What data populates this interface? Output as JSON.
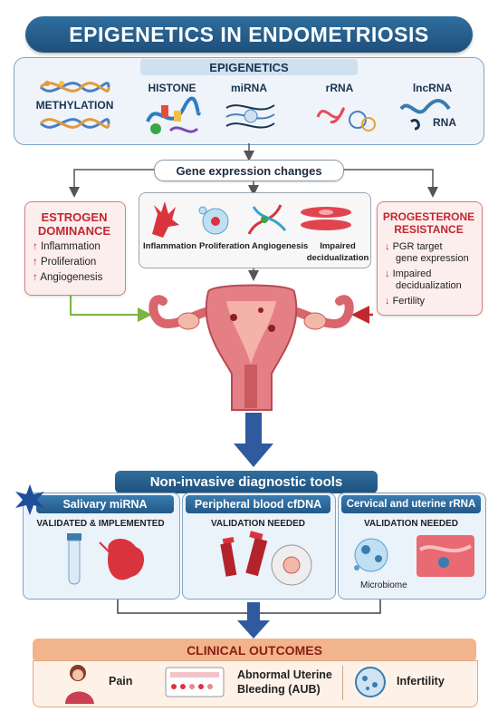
{
  "title": "EPIGENETICS IN ENDOMETRIOSIS",
  "epigenetics": {
    "header": "EPIGENETICS",
    "items": [
      "METHYLATION",
      "HISTONE",
      "miRNA",
      "rRNA",
      "lncRNA"
    ],
    "rna_tag": "RNA"
  },
  "gene_expression": "Gene expression changes",
  "estrogen": {
    "title_line1": "ESTROGEN",
    "title_line2": "DOMINANCE",
    "items": [
      "Inflammation",
      "Proliferation",
      "Angiogenesis"
    ]
  },
  "progesterone": {
    "title_line1": "PROGESTERONE",
    "title_line2": "RESISTANCE",
    "items": [
      {
        "line1": "PGR target",
        "line2": "gene expression"
      },
      {
        "line1": "Impaired",
        "line2": "decidualization"
      },
      {
        "line1": "Fertility",
        "line2": ""
      }
    ]
  },
  "center_effects": [
    {
      "line1": "Inflammation",
      "line2": ""
    },
    {
      "line1": "Proliferation",
      "line2": ""
    },
    {
      "line1": "Angiogenesis",
      "line2": ""
    },
    {
      "line1": "Impaired",
      "line2": "decidualization"
    }
  ],
  "diagnostics": {
    "header": "Non-invasive diagnostic tools",
    "panels": [
      {
        "title": "Salivary miRNA",
        "status": "VALIDATED & IMPLEMENTED"
      },
      {
        "title": "Peripheral blood cfDNA",
        "status": "VALIDATION NEEDED"
      },
      {
        "title": "Cervical and uterine rRNA",
        "status": "VALIDATION NEEDED",
        "extra": "Microbiome"
      }
    ]
  },
  "outcomes": {
    "header": "CLINICAL OUTCOMES",
    "items": [
      "Pain",
      "Abnormal Uterine",
      "Bleeding (AUB)",
      "Infertility"
    ]
  },
  "colors": {
    "navy": "#1f4f7a",
    "red": "#c0282e",
    "uterus": "#e57f86",
    "arrow_blue": "#2f5aa0",
    "outcome_orange": "#f2b48c"
  }
}
